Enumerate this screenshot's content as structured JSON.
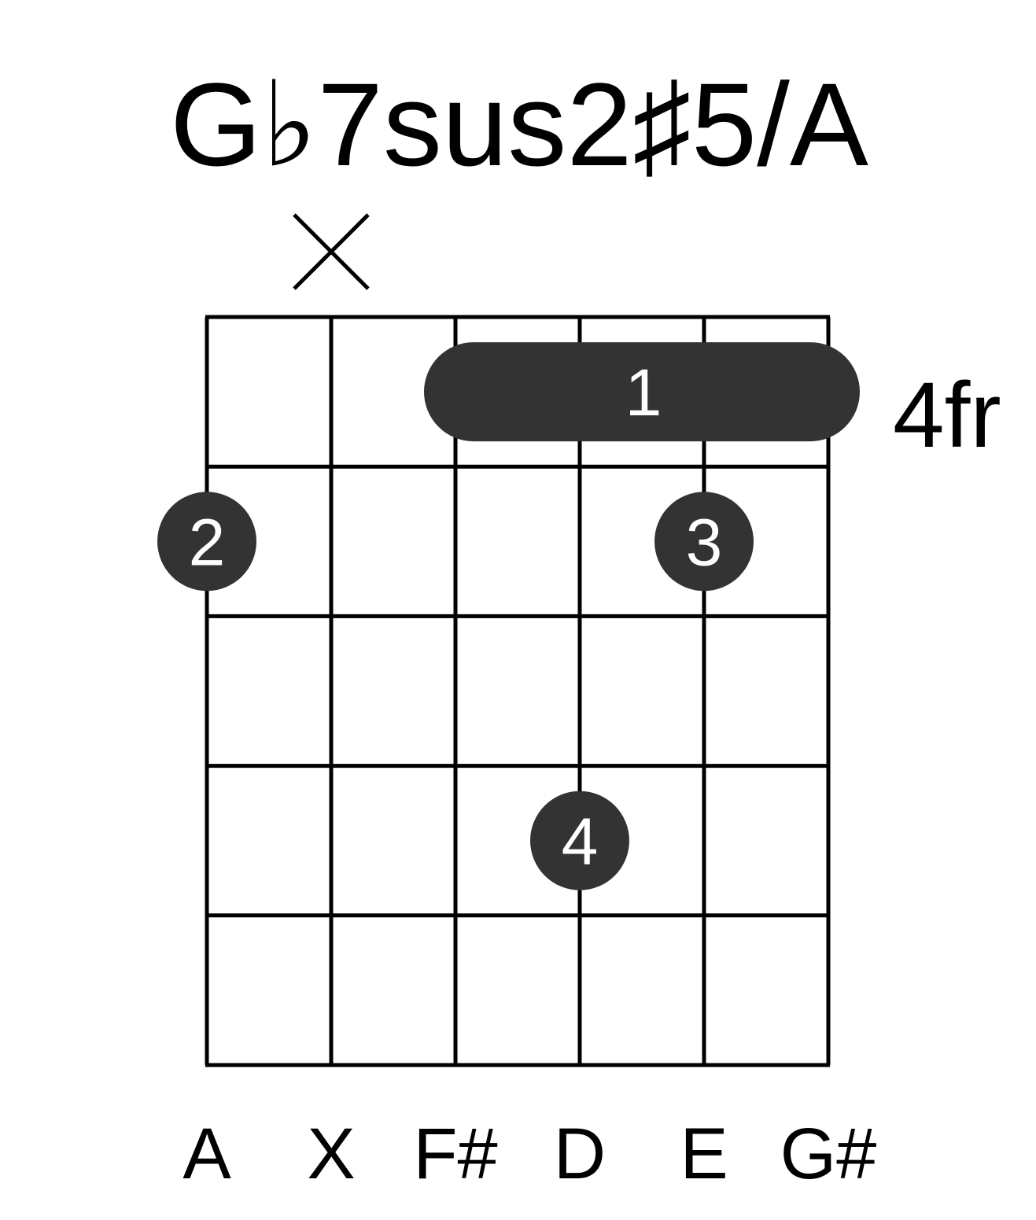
{
  "chord": {
    "name": "G♭7sus2♯5/A",
    "fret_position_label": "4fr",
    "num_frets_shown": 5,
    "string_notes": [
      "A",
      "X",
      "F#",
      "D",
      "E",
      "G#"
    ],
    "muted_strings": [
      2
    ],
    "barre": {
      "finger": "1",
      "fret": 1,
      "from_string": 3,
      "to_string": 6
    },
    "fingers": [
      {
        "finger": "2",
        "string": 1,
        "fret": 2
      },
      {
        "finger": "3",
        "string": 5,
        "fret": 2
      },
      {
        "finger": "4",
        "string": 4,
        "fret": 4
      }
    ],
    "colors": {
      "dot": "#333333",
      "grid": "#000000",
      "background": "#ffffff"
    }
  }
}
